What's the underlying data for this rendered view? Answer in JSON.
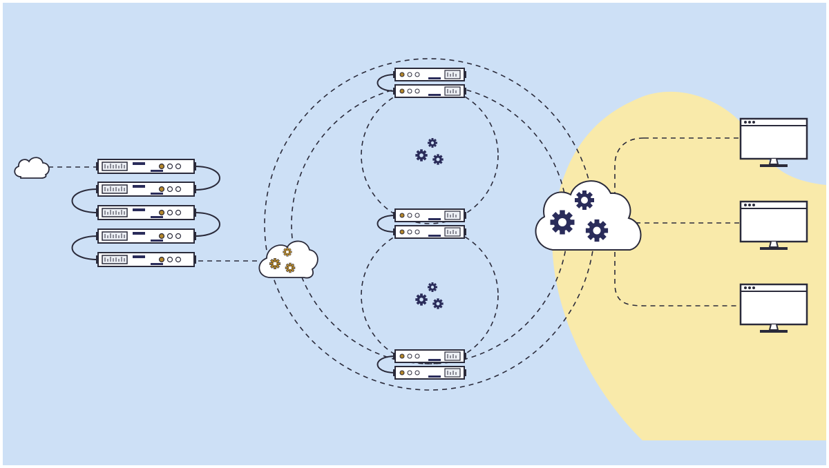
{
  "colors": {
    "background": "#cde0f6",
    "yellow_region": "#f9eaaa",
    "outline": "#2a2a3a",
    "server_fill": "#ffffff",
    "server_panel": "#eceff4",
    "gear_navy": "#2a2c5a",
    "gear_gold": "#b3862a",
    "cloud_fill": "#ffffff",
    "frame": "#ffffff"
  },
  "icons": {
    "small_cloud": "cloud-icon",
    "gear_cloud": "cloud-gears-icon",
    "gears": "gears-icon",
    "server": "server-rack-icon",
    "monitor": "monitor-icon"
  },
  "counts": {
    "server_stack_units": 5,
    "ring_node_units_each": 2,
    "ring_nodes": 3,
    "client_monitors": 3
  }
}
